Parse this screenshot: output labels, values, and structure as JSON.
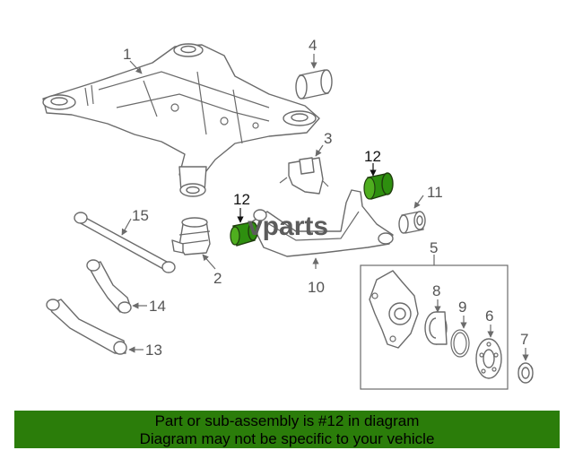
{
  "diagram": {
    "labels": {
      "p1": "1",
      "p2": "2",
      "p3": "3",
      "p4": "4",
      "p5": "5",
      "p6": "6",
      "p7": "7",
      "p8": "8",
      "p9": "9",
      "p10": "10",
      "p11": "11",
      "p12a": "12",
      "p12b": "12",
      "p13": "13",
      "p14": "14",
      "p15": "15"
    },
    "watermark": "vparts",
    "highlight_color": "#2e8f0f"
  },
  "banner": {
    "line1": "Part or sub-assembly is #12 in diagram",
    "line2": "Diagram may not be specific to your vehicle",
    "background": "#2b7d0a"
  }
}
